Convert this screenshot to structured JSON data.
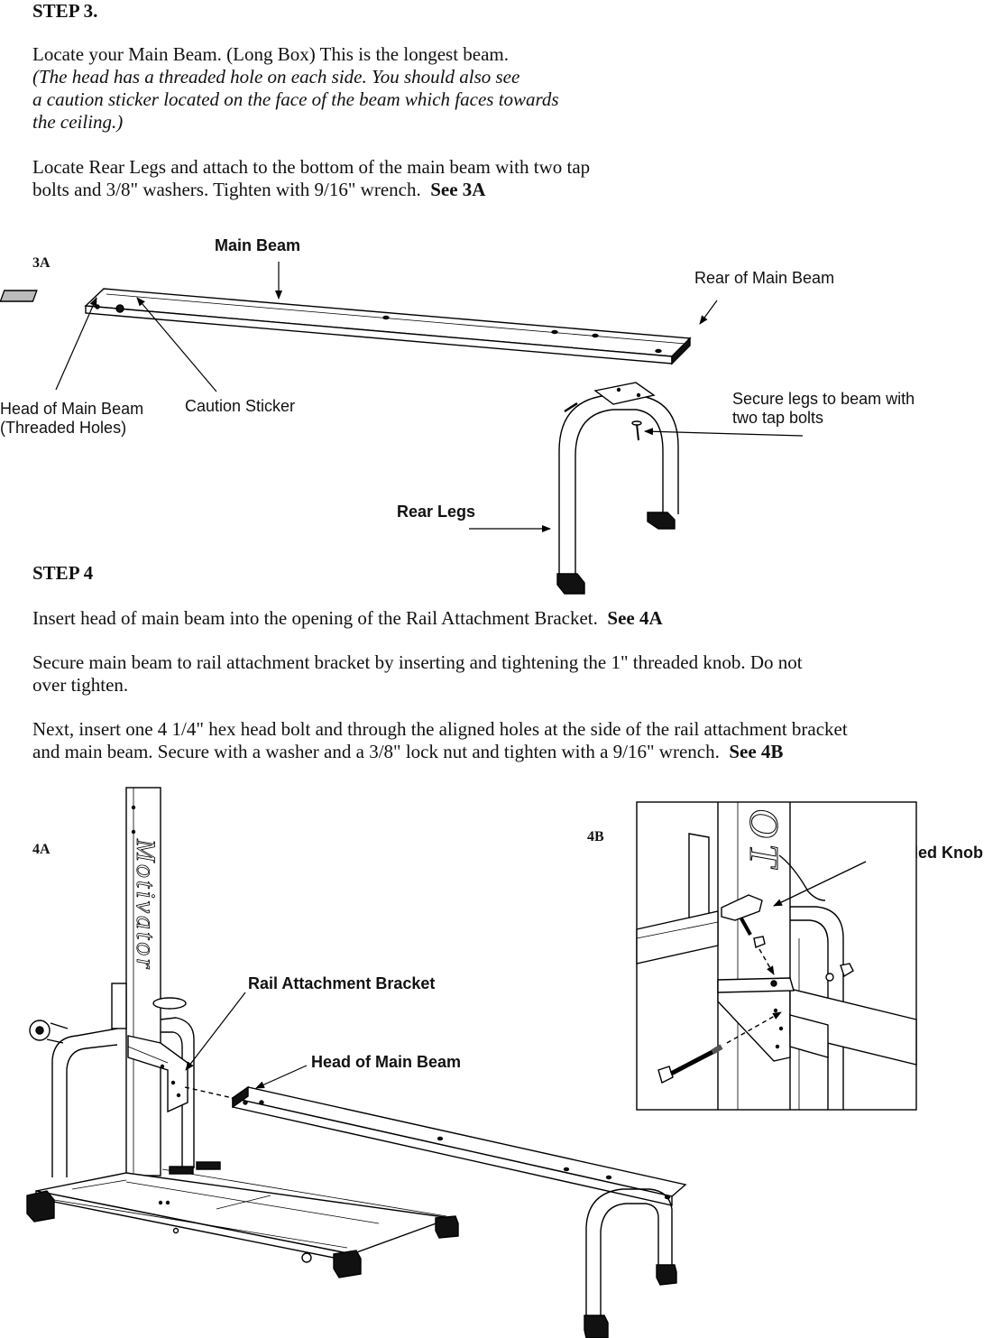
{
  "step3": {
    "heading": "STEP 3.",
    "para1": "Locate your Main Beam.  (Long Box)  This is the longest beam.",
    "para1_italic": [
      "(The head has a threaded hole on each side.  You should also see",
      "a caution sticker located on the face of the beam which faces towards",
      "the ceiling.)"
    ],
    "para2_line1": "Locate  Rear Legs and attach to the bottom of the main beam with two tap",
    "para2_line2": "bolts and  3/8\" washers.  Tighten with 9/16\" wrench.",
    "para2_ref": "See 3A"
  },
  "figure3a": {
    "id": "3A",
    "labels": {
      "main_beam": "Main Beam",
      "rear_of_main_beam": "Rear of Main Beam",
      "head_line1": "Head of Main Beam",
      "head_line2": "(Threaded Holes)",
      "caution_sticker": "Caution Sticker",
      "secure_line1": "Secure legs to beam with",
      "secure_line2": "two tap bolts",
      "rear_legs": "Rear Legs"
    }
  },
  "step4": {
    "heading": "STEP 4",
    "para1": "Insert head of main beam into the opening of the Rail Attachment Bracket.",
    "para1_ref": "See 4A",
    "para2_line1": "Secure main beam to rail attachment bracket by inserting and tightening the 1\"  threaded knob.  Do not",
    "para2_line2": "over tighten.",
    "para3_line1": "Next, insert one 4 1/4\" hex head bolt and through the aligned holes at the side of the rail attachment bracket",
    "para3_line2": "and main beam.  Secure with a washer and a 3/8\" lock nut and tighten with a 9/16\" wrench.",
    "para3_ref": "See 4B"
  },
  "figure4a": {
    "id": "4A",
    "brand": "Motivator",
    "labels": {
      "rail_bracket": "Rail Attachment Bracket",
      "head_of_main_beam": "Head of Main Beam"
    }
  },
  "figure4b": {
    "id": "4B",
    "brand_fragment": "OT",
    "labels": {
      "threaded_knob": "Threaded Knob"
    }
  }
}
